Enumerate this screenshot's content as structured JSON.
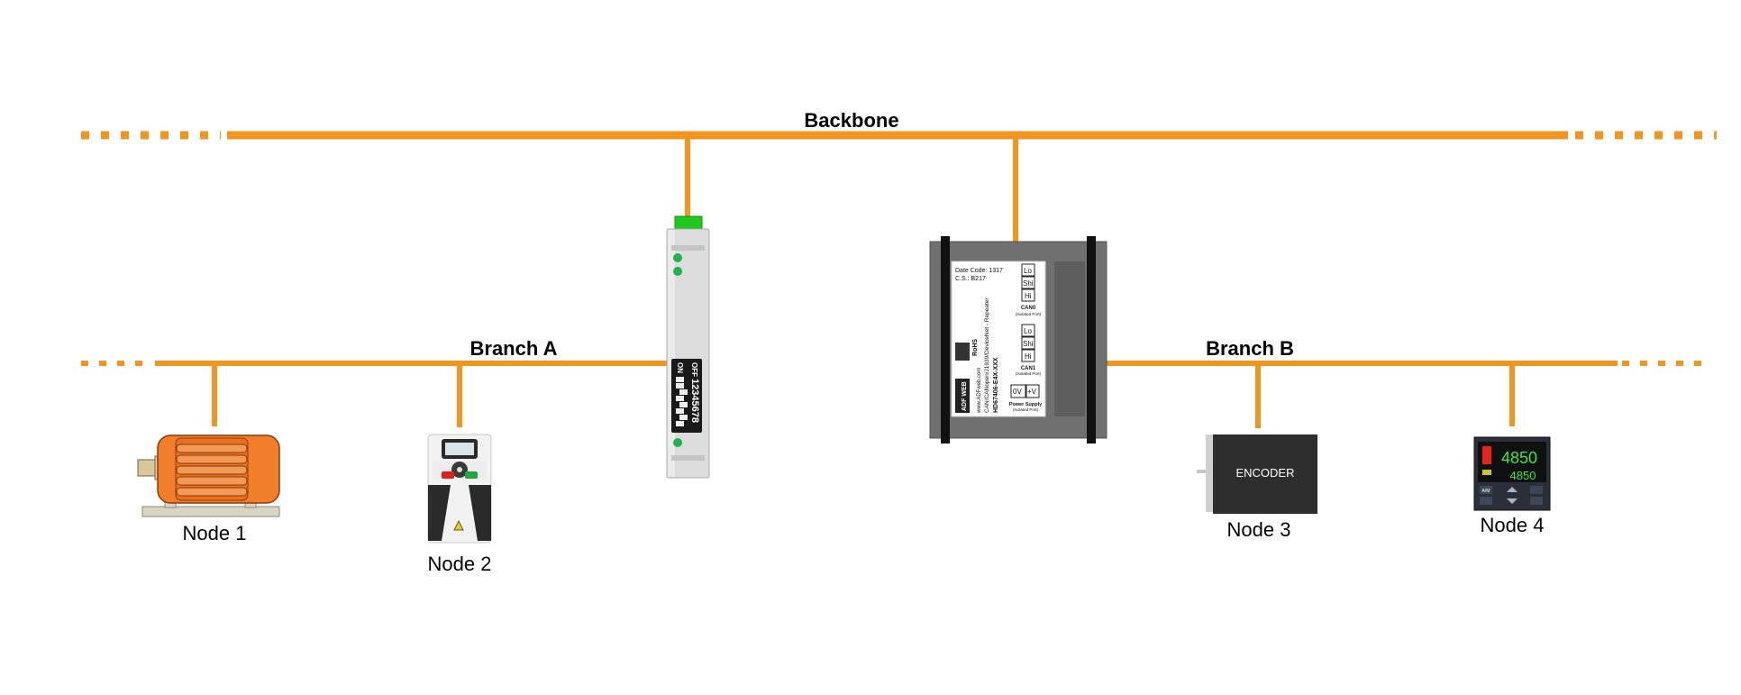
{
  "labels": {
    "backbone": "Backbone",
    "branch_a": "Branch A",
    "branch_b": "Branch B"
  },
  "nodes": [
    {
      "label": "Node 1",
      "icon": "motor-icon"
    },
    {
      "label": "Node 2",
      "icon": "drive-icon"
    },
    {
      "label": "Node 3",
      "icon": "encoder-icon"
    },
    {
      "label": "Node 4",
      "icon": "controller-icon"
    }
  ],
  "din_module": {
    "dip_off": "OFF",
    "dip_on": "ON",
    "dip_numbers": "12345678"
  },
  "repeater": {
    "date_code": "Date Code: 1317",
    "cs": "C.S.: B217",
    "brand": "ADF WEB",
    "website": "www.ADFweb.com",
    "product_line": "CAN/CANopen/J1939/DeviceNet - Repeater",
    "model": "HD67406-E4X-XXX",
    "port0_name": "CAN0",
    "port1_name": "CAN1",
    "isolated": "(Isolated Port)",
    "pin_lo": "Lo",
    "pin_shi": "Shi",
    "pin_hi": "Hi",
    "power_label": "Power Supply",
    "pin_0v": "0V",
    "pin_plus_v": "+V",
    "rohs": "RoHS"
  },
  "encoder": {
    "text": "ENCODER"
  },
  "controller": {
    "pv": "4850",
    "sv": "4850",
    "am": "A/M"
  },
  "colors": {
    "bus": "#F0961E",
    "motor": "#F07E2A",
    "din_led": "#22B24C",
    "din_connector": "#1EC81E",
    "repeater_case": "#6E6E6E",
    "encoder_body": "#2E2E2E",
    "display_red": "#E8231E",
    "display_green": "#3CE83C"
  }
}
